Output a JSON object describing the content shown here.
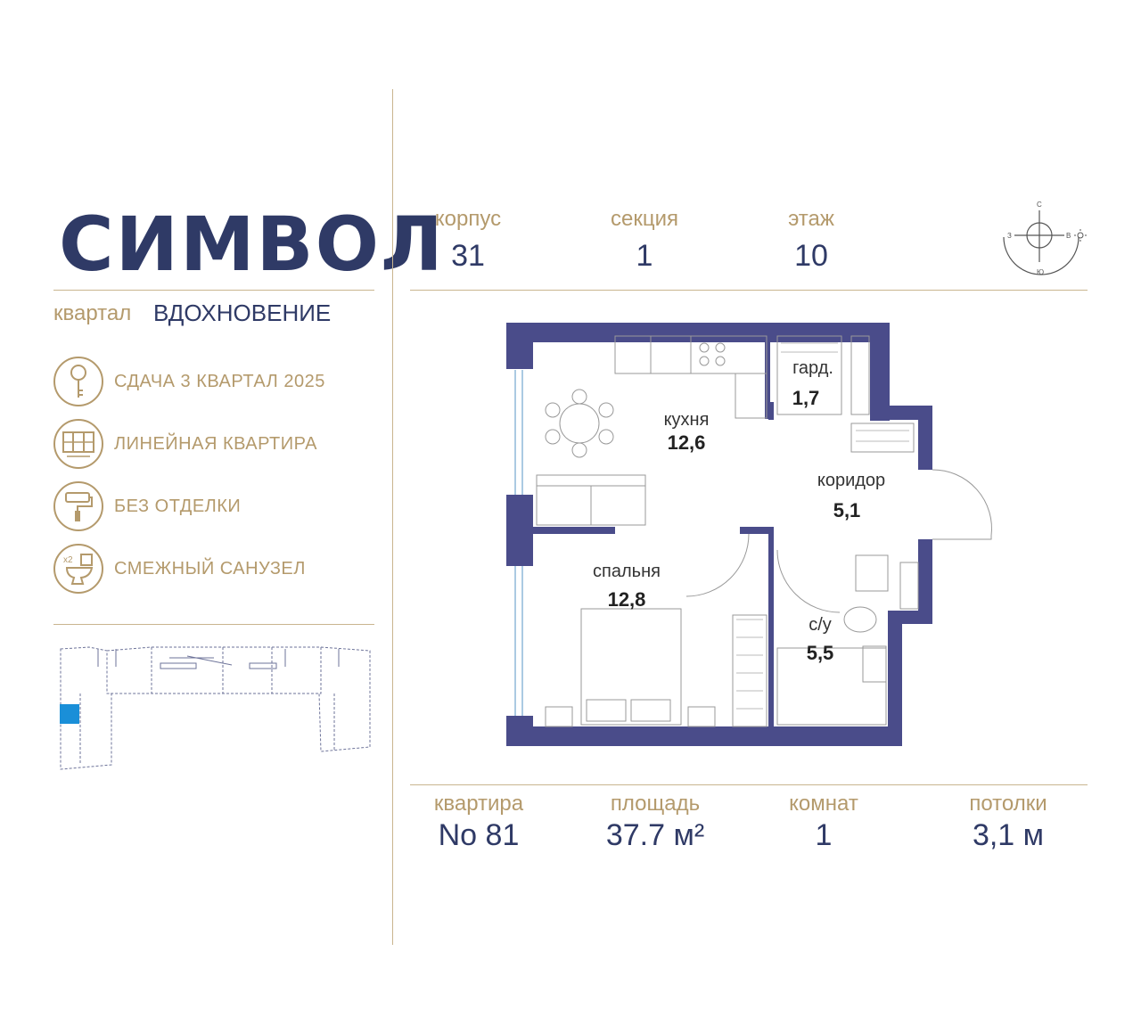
{
  "brand": {
    "logo": "СИМВОЛ",
    "district_prefix": "квартал",
    "district_name": "ВДОХНОВЕНИЕ"
  },
  "features": [
    {
      "icon": "key-icon",
      "label": "СДАЧА 3 КВАРТАЛ 2025"
    },
    {
      "icon": "window-layout-icon",
      "label": "ЛИНЕЙНАЯ КВАРТИРА"
    },
    {
      "icon": "paint-roller-icon",
      "label": "БЕЗ ОТДЕЛКИ"
    },
    {
      "icon": "toilet-icon",
      "label": "СМЕЖНЫЙ САНУЗЕЛ",
      "badge": "x2"
    }
  ],
  "header": {
    "building": {
      "label": "корпус",
      "value": "31"
    },
    "section": {
      "label": "секция",
      "value": "1"
    },
    "floor": {
      "label": "этаж",
      "value": "10"
    }
  },
  "compass": {
    "north": "С",
    "south": "Ю",
    "west": "З",
    "east": "В"
  },
  "rooms": {
    "kitchen": {
      "name": "кухня",
      "area": "12,6"
    },
    "wardrobe": {
      "name": "гард.",
      "area": "1,7"
    },
    "corridor": {
      "name": "коридор",
      "area": "5,1"
    },
    "bedroom": {
      "name": "спальня",
      "area": "12,8"
    },
    "bathroom": {
      "name": "с/у",
      "area": "5,5"
    }
  },
  "footer": {
    "apartment": {
      "label": "квартира",
      "value": "No 81"
    },
    "area": {
      "label": "площадь",
      "value": "37.7 м²"
    },
    "rooms": {
      "label": "комнат",
      "value": "1"
    },
    "ceilings": {
      "label": "потолки",
      "value": "3,1 м"
    }
  },
  "colors": {
    "navy": "#2f3a66",
    "gold": "#b49a6c",
    "wall": "#4a4c8a",
    "highlight": "#1a8fd8"
  }
}
